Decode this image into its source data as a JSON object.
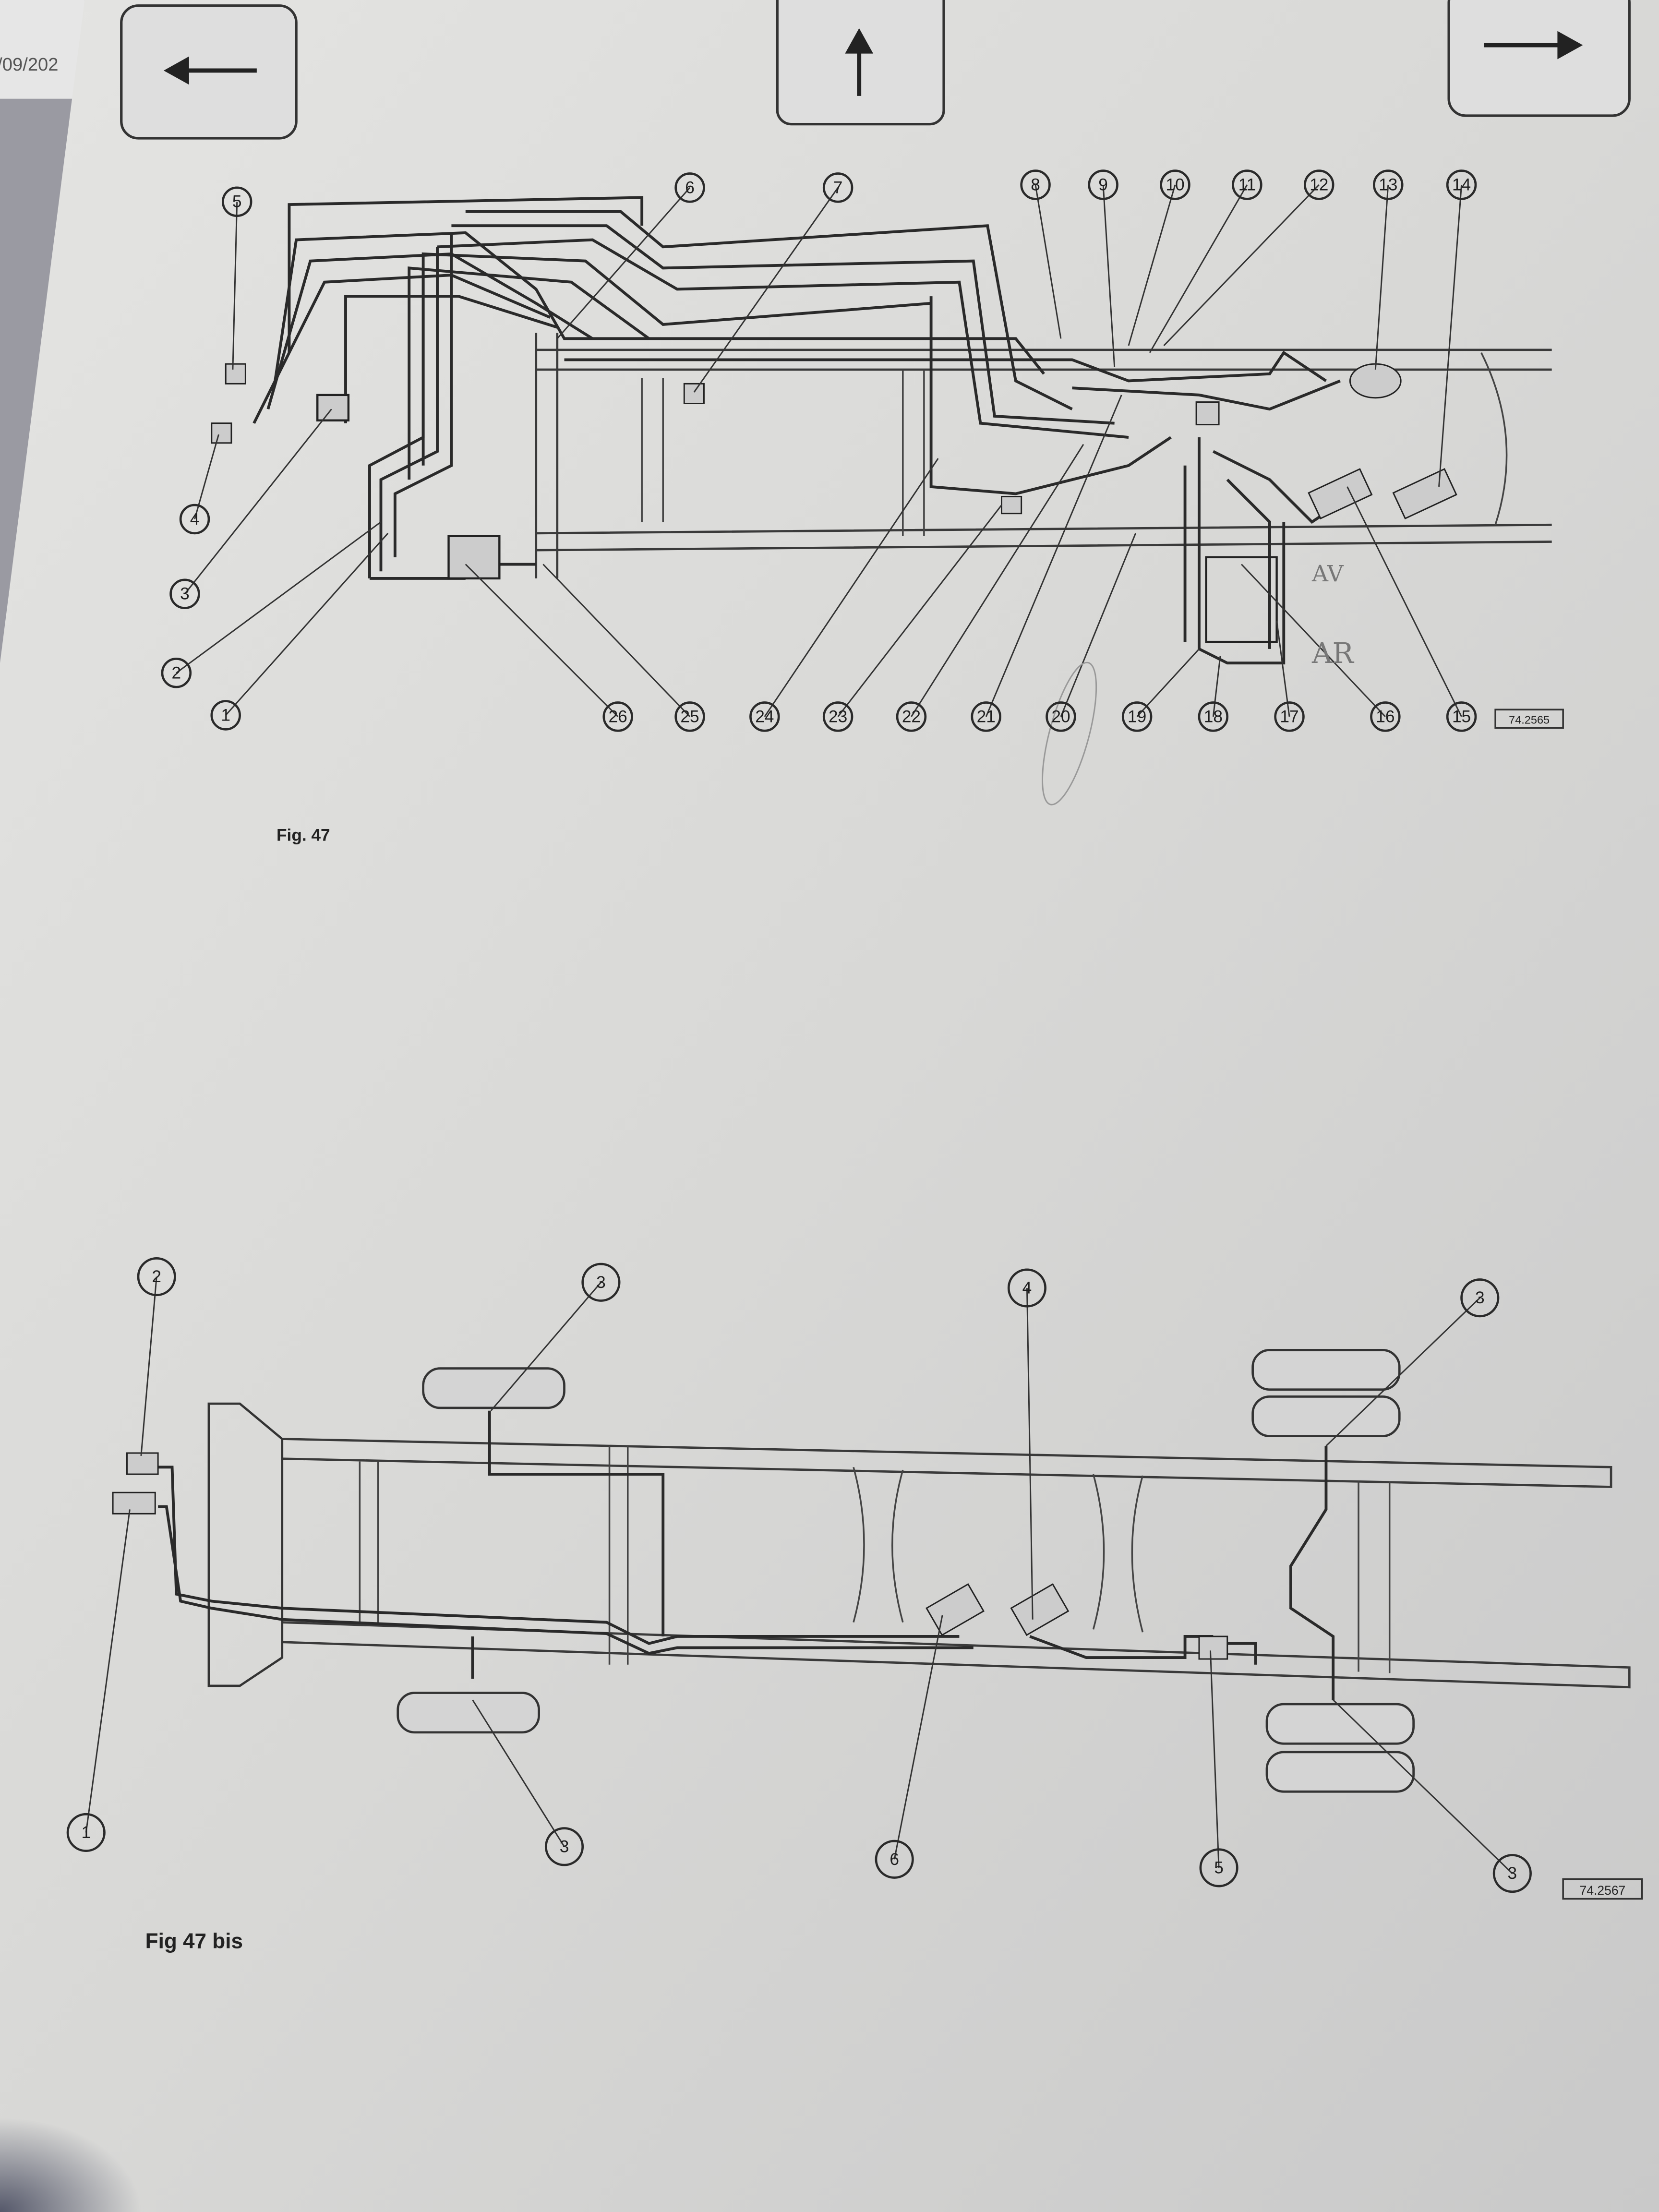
{
  "header": {
    "date_fragment": "/09/202",
    "nav_back_icon": "arrow-left-icon",
    "nav_up_icon": "arrow-up-icon",
    "nav_next_icon": "arrow-right-icon"
  },
  "fig47": {
    "caption": "Fig. 47",
    "reference": "74.2565",
    "callouts": [
      "5",
      "4",
      "3",
      "2",
      "1",
      "6",
      "7",
      "8",
      "9",
      "10",
      "11",
      "12",
      "13",
      "14",
      "26",
      "25",
      "24",
      "23",
      "22",
      "21",
      "20",
      "19",
      "18",
      "17",
      "16",
      "15"
    ],
    "handwritten": [
      "AV",
      "AR"
    ]
  },
  "fig47bis": {
    "caption": "Fig 47 bis",
    "reference": "74.2567",
    "callouts": [
      "2",
      "1",
      "3",
      "3",
      "4",
      "6",
      "5",
      "3",
      "3"
    ]
  },
  "colors": {
    "paper": "#dcdcda",
    "ink": "#2a2a2a",
    "shadow": "#8e8e96"
  }
}
